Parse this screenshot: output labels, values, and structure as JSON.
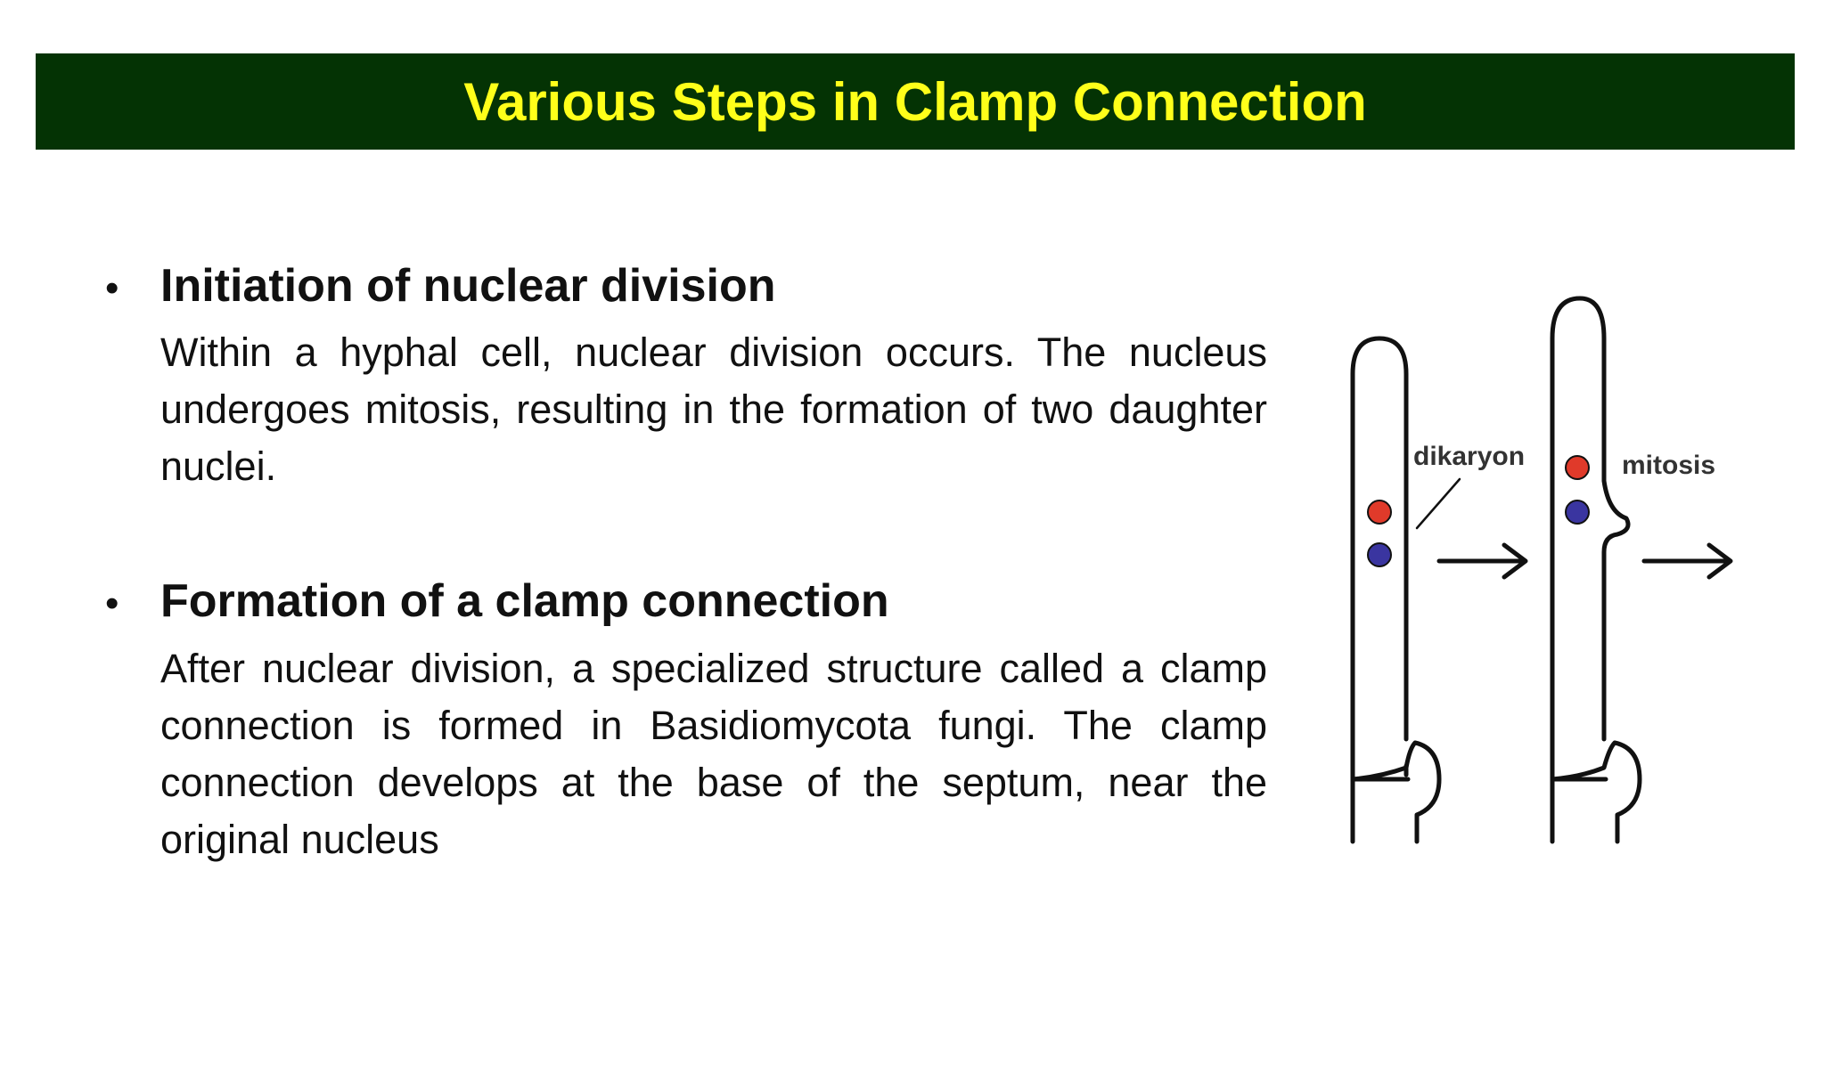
{
  "slide": {
    "title": "Various Steps in Clamp Connection",
    "title_bg_color": "#043304",
    "title_text_color": "#ffff1a"
  },
  "sections": [
    {
      "heading": "Initiation of nuclear division",
      "body": "Within a hyphal cell, nuclear division occurs. The nucleus undergoes mitosis, resulting in the formation of two daughter nuclei."
    },
    {
      "heading": "Formation of a clamp connection",
      "body": "After nuclear division, a specialized structure called a clamp connection is formed in Basidiomycota fungi. The clamp connection develops at the base of the septum, near the original nucleus"
    }
  ],
  "diagram": {
    "labels": {
      "dikaryon": "dikaryon",
      "mitosis": "mitosis"
    },
    "nucleus_colors": {
      "red": "#e03a2a",
      "blue": "#3a35a0"
    },
    "icons": [
      "arrow-right-icon",
      "arrow-right-icon"
    ]
  }
}
